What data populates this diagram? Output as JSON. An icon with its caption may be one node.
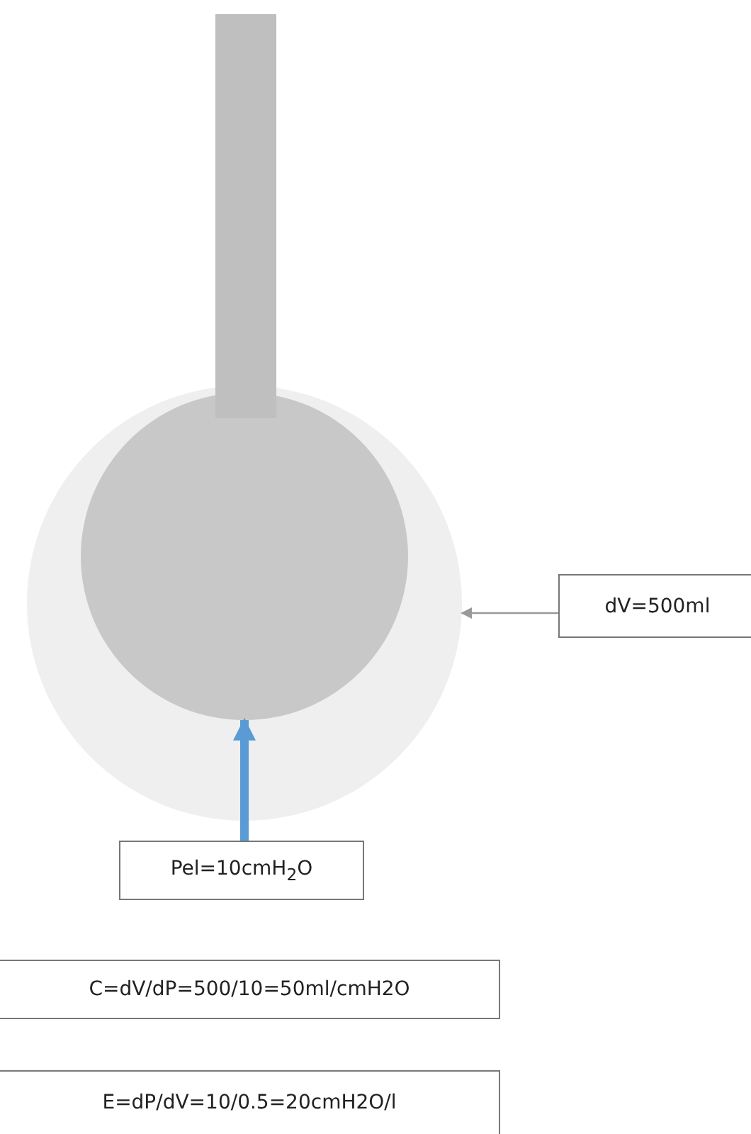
{
  "diagram": {
    "nodes": [
      {
        "text": [],
        "shape": "bar"
      },
      {
        "text": [],
        "shape": "circle"
      },
      {
        "text": [],
        "shape": "circle",
        "in": 1
      },
      {
        "text": [
          "dV=500ml"
        ]
      },
      {
        "text": [
          "Pel=10cmH$_{2}$O"
        ]
      },
      {
        "text": [
          "C=dV/dP=500/10=50ml/cmH2O"
        ]
      },
      {
        "text": [
          "E=dP/dV=10/0.5=20cmH2O/l"
        ]
      }
    ],
    "edges": [
      {
        "from": 3,
        "to": 1,
        "arrow": "to"
      },
      {
        "from": 4,
        "to": 2,
        "arrow": "to",
        "style": "thick",
        "color": "#5b9bd5"
      }
    ]
  }
}
